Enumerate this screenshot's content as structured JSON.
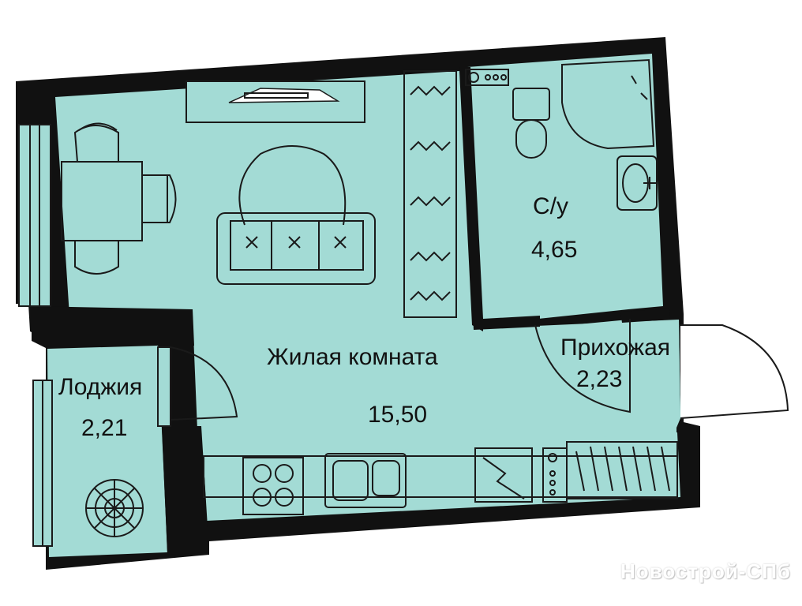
{
  "colors": {
    "floor": "#a3dbd5",
    "wall": "#111111",
    "line": "#1a1a1a",
    "background": "#ffffff"
  },
  "rooms": [
    {
      "id": "living",
      "name": "Жилая  комната",
      "area": "15,50"
    },
    {
      "id": "bathroom",
      "name": "С/у",
      "area": "4,65"
    },
    {
      "id": "hallway",
      "name": "Прихожая",
      "area": "2,23"
    },
    {
      "id": "loggia",
      "name": "Лоджия",
      "area": "2,21"
    }
  ],
  "watermark": "Новострой-СПб",
  "icons": [
    "sofa-icon",
    "dining-table-icon",
    "chair-icon",
    "tv-icon",
    "plant-icon",
    "wardrobe-icon",
    "toilet-icon",
    "shower-icon",
    "sink-icon",
    "stove-icon",
    "kitchen-sink-icon",
    "door-icon"
  ]
}
